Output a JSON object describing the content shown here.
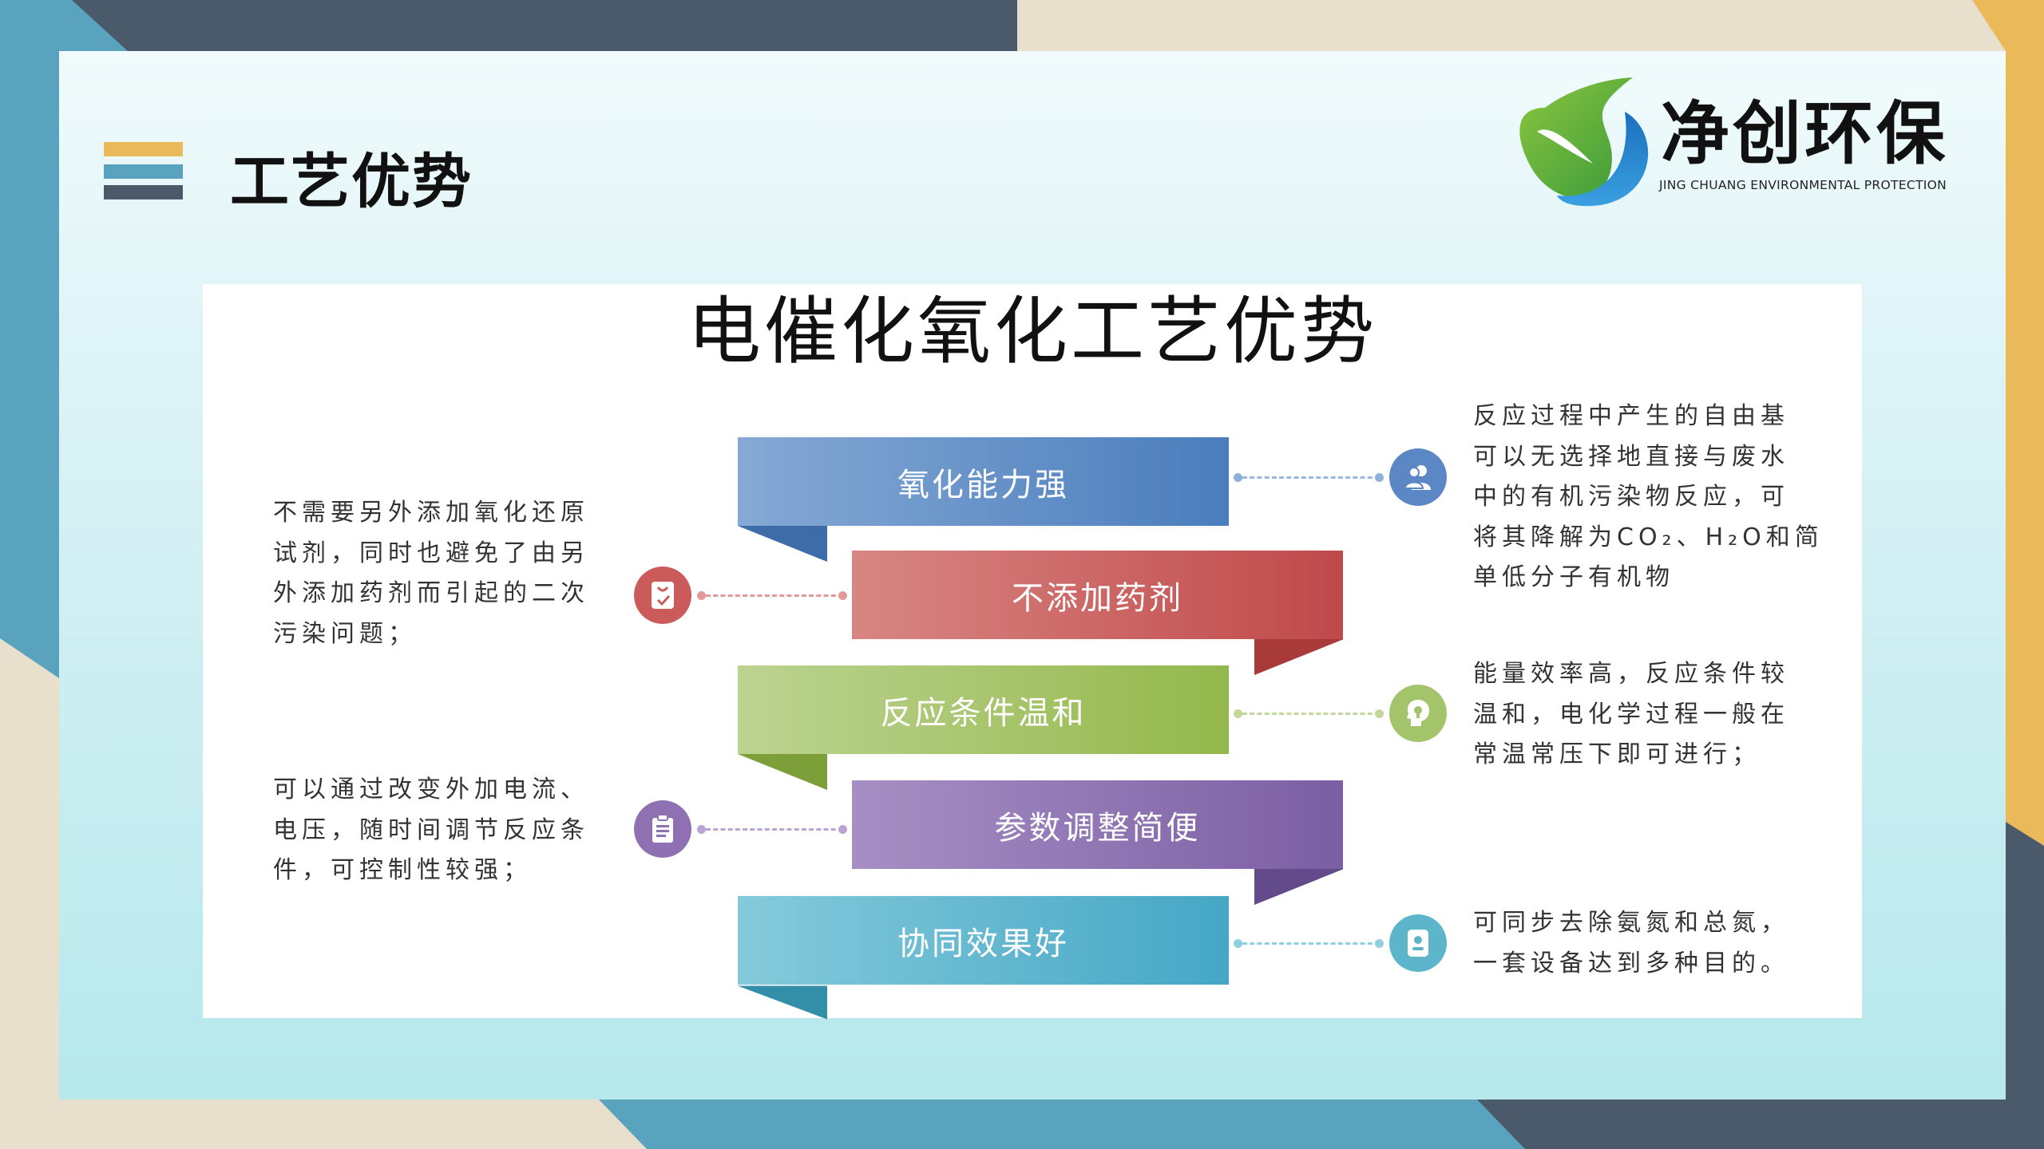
{
  "header": {
    "title": "工艺优势"
  },
  "logo": {
    "name_cn": "净创环保",
    "name_en": "JING CHUANG ENVIRONMENTAL PROTECTION"
  },
  "main": {
    "title": "电催化氧化工艺优势",
    "advantages": [
      {
        "label": "氧化能力强",
        "icon": "users-icon",
        "color": "#5b87c4",
        "desc": [
          "反应过程中产生的自由基",
          "可以无选择地直接与废水",
          "中的有机污染物反应，可",
          "将其降解为CO₂、H₂O和简",
          "单低分子有机物"
        ]
      },
      {
        "label": "不添加药剂",
        "icon": "checklist-icon",
        "color": "#cb5a5a",
        "desc": [
          "不需要另外添加氧化还原",
          "试剂，同时也避免了由另",
          "外添加药剂而引起的二次",
          "污染问题；"
        ]
      },
      {
        "label": "反应条件温和",
        "icon": "idea-head-icon",
        "color": "#a3c46a",
        "desc": [
          "能量效率高，反应条件较",
          "温和，电化学过程一般在",
          "常温常压下即可进行；"
        ]
      },
      {
        "label": "参数调整简便",
        "icon": "clipboard-icon",
        "color": "#8f70b3",
        "desc": [
          "可以通过改变外加电流、",
          "电压，随时间调节反应条",
          "件，可控制性较强；"
        ]
      },
      {
        "label": "协同效果好",
        "icon": "badge-icon",
        "color": "#5db5cc",
        "desc": [
          "可同步去除氨氮和总氮，",
          "一套设备达到多种目的。"
        ]
      }
    ]
  }
}
